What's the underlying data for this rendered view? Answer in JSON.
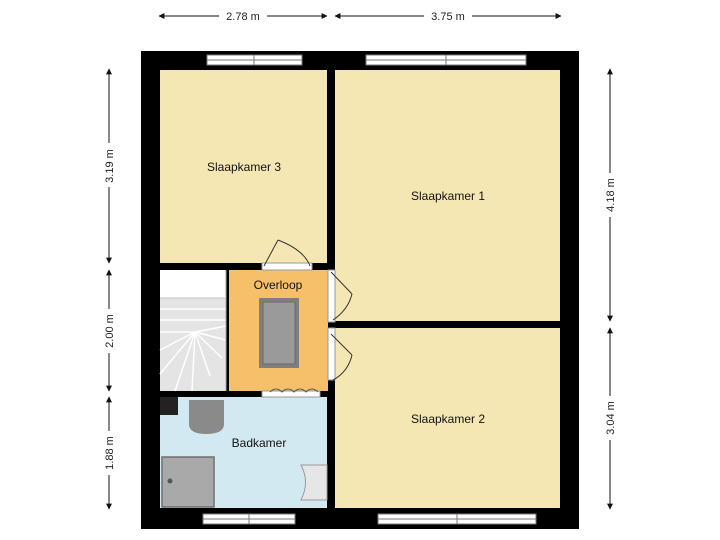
{
  "rooms": {
    "slaapkamer3": "Slaapkamer 3",
    "slaapkamer1": "Slaapkamer 1",
    "slaapkamer2": "Slaapkamer 2",
    "overloop": "Overloop",
    "badkamer": "Badkamer"
  },
  "dimensions": {
    "top_left": "2.78 m",
    "top_right": "3.75 m",
    "left_top": "3.19 m",
    "left_middle": "2.00 m",
    "left_bottom": "1.88 m",
    "right_top": "4.18 m",
    "right_bottom": "3.04 m"
  },
  "colors": {
    "wall": "#000000",
    "bedroom": "#f5e7b4",
    "landing": "#f6c06a",
    "bathroom": "#d3e9f1",
    "stairs": "#e6e6e6"
  }
}
